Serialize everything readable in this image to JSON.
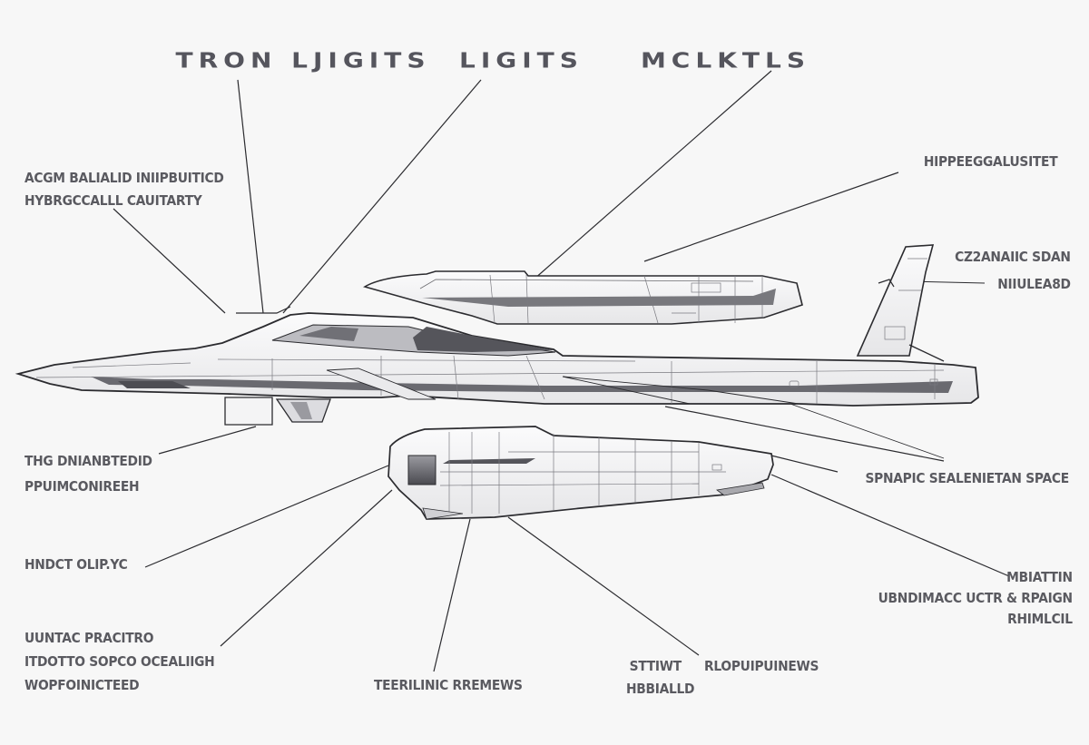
{
  "title": {
    "parts": [
      "TRON LJIGITS",
      "LIGITS",
      "MCLKTLS"
    ]
  },
  "labels": {
    "top_left": [
      "ACGM BALIALID INIIPBUITICD",
      "HYBRGCCALLL CAUITARTY"
    ],
    "top_right": [
      "HIPPEEGGALUSITET"
    ],
    "tail_right": [
      "CZ2ANAIIC SDAN",
      "NIIULEA8D"
    ],
    "mid_left": [
      "THG DNIANBTEDID",
      "PPUIMCONIREEH"
    ],
    "mid_right": [
      "SPNAPIC SEALENIETAN SPACE"
    ],
    "lower_left_1": [
      "HNDCT OLIP.YC"
    ],
    "lower_left_2": [
      "UUNTAC PRACITRO",
      "ITDOTTO SOPCO OCEALIIGH",
      "WOPFOINICTEED"
    ],
    "lower_right": [
      "MBIATTIN",
      "UBNDIMACC UCTR & RPAIGN",
      "RHIMLCIL"
    ],
    "bottom_center": [
      "TEERILINIC RREMEWS"
    ],
    "bottom_mid_a": [
      "STTIWT",
      "HBBIALLD"
    ],
    "bottom_mid_b": [
      "RLOPUIPUINEWS"
    ]
  },
  "colors": {
    "background": "#f7f7f7",
    "ink": "#2b2b2f",
    "label_text": "#5a5a60",
    "hull_fill": "#f3f3f4",
    "panel_dark": "#6a6a70",
    "panel_mid": "#a9a9ae"
  }
}
